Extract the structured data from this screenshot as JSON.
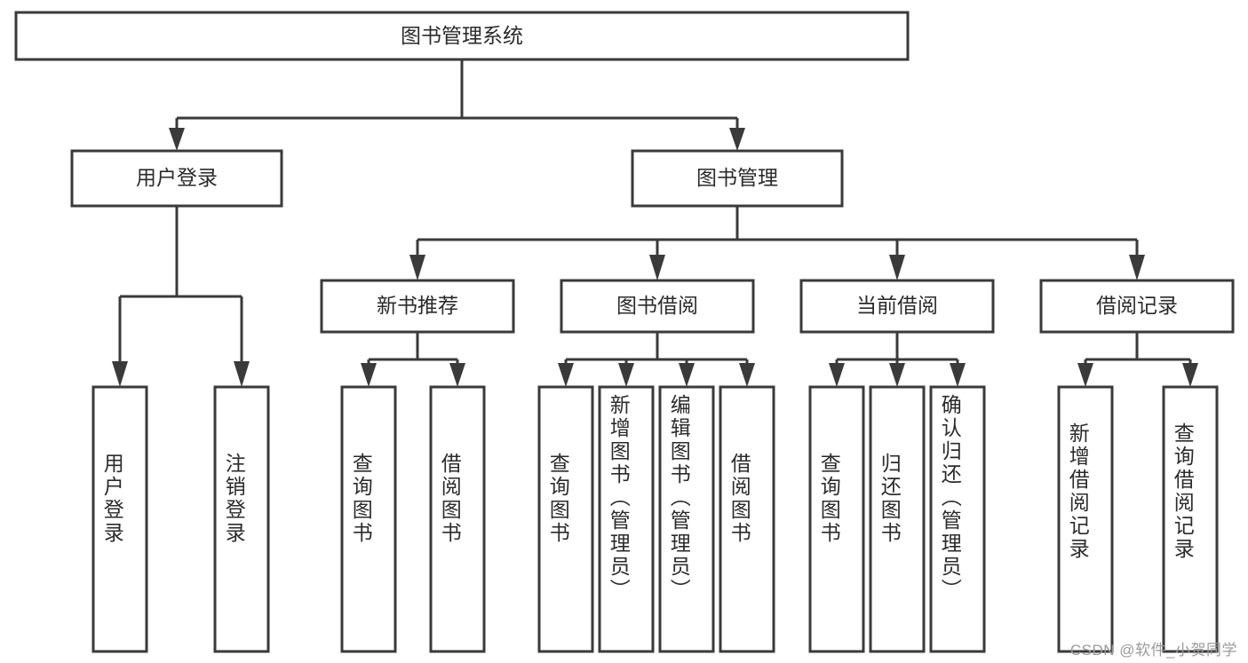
{
  "diagram": {
    "type": "tree",
    "title": "图书管理系统",
    "watermark": "CSDN @软件_小贺同学",
    "colors": {
      "stroke": "#3a3a3a",
      "fill": "#ffffff",
      "text": "#2b2b2b",
      "watermark": "#9a9a9a"
    },
    "root": {
      "label": "图书管理系统"
    },
    "level2": [
      {
        "label": "用户登录"
      },
      {
        "label": "图书管理"
      }
    ],
    "level3": [
      {
        "label": "新书推荐"
      },
      {
        "label": "图书借阅"
      },
      {
        "label": "当前借阅"
      },
      {
        "label": "借阅记录"
      }
    ],
    "leaves": {
      "user_login": [
        {
          "label": "用户登录"
        },
        {
          "label": "注销登录"
        }
      ],
      "new_book": [
        {
          "label": "查询图书"
        },
        {
          "label": "借阅图书"
        }
      ],
      "book_borrow": [
        {
          "label": "查询图书"
        },
        {
          "label": "新增图书（管理员）"
        },
        {
          "label": "编辑图书（管理员）"
        },
        {
          "label": "借阅图书"
        }
      ],
      "current_borrow": [
        {
          "label": "查询图书"
        },
        {
          "label": "归还图书"
        },
        {
          "label": "确认归还（管理员）"
        }
      ],
      "borrow_record": [
        {
          "label": "新增借阅记录"
        },
        {
          "label": "查询借阅记录"
        }
      ]
    }
  }
}
